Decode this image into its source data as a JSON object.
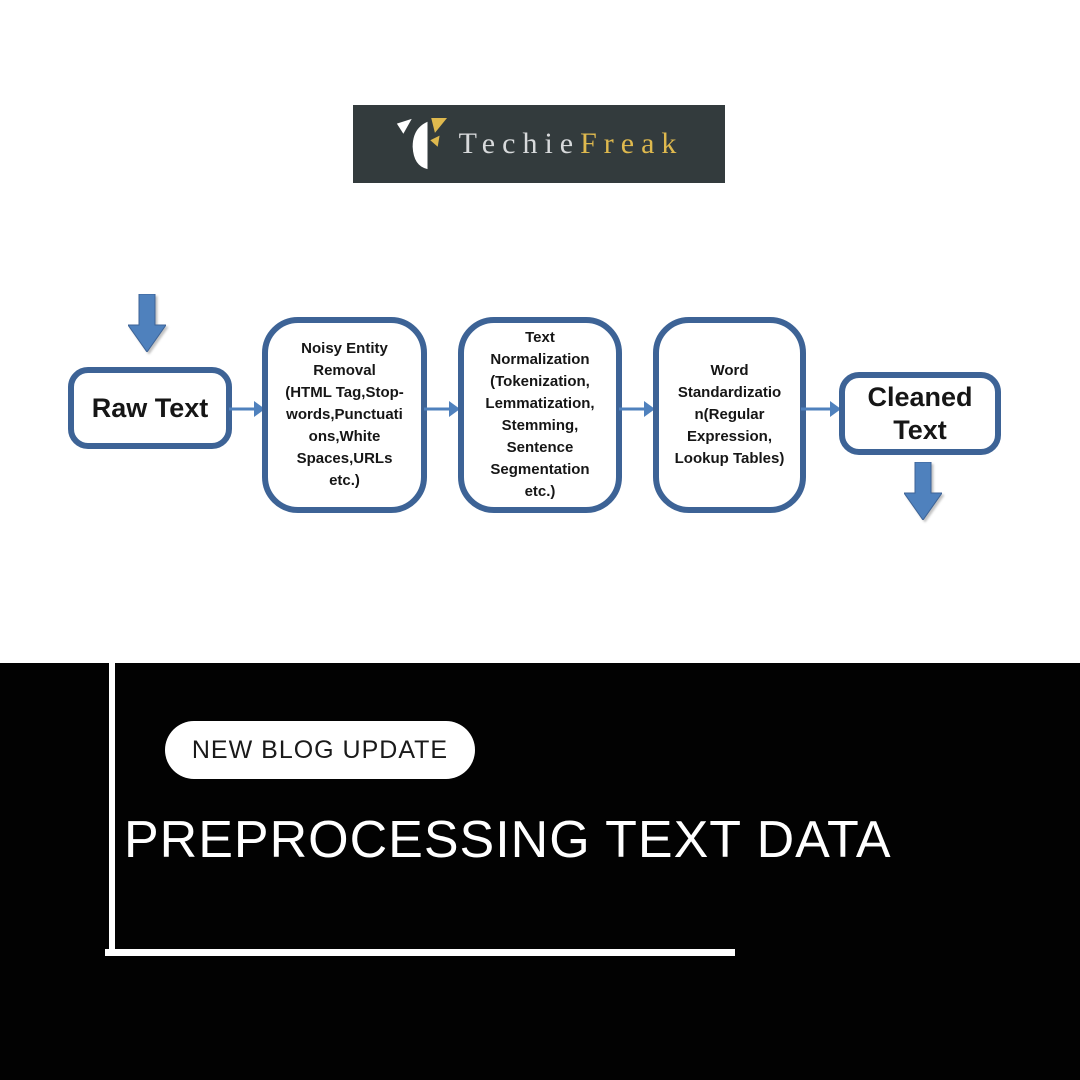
{
  "logo": {
    "brand_first": "Techie",
    "brand_second": "Freak",
    "banner_bg": "#333b3d",
    "first_color": "#d8dadc",
    "second_color": "#dfb94e"
  },
  "flowchart": {
    "colors": {
      "node_border": "#3d6396",
      "arrow": "#4f81bd",
      "text": "#161616"
    },
    "nodes": [
      {
        "id": "raw",
        "label": "Raw Text"
      },
      {
        "id": "noisy",
        "label": "Noisy Entity\nRemoval\n(HTML Tag,Stop-\nwords,Punctuati\nons,White\nSpaces,URLs\netc.)"
      },
      {
        "id": "norm",
        "label": "Text\nNormalization\n(Tokenization,\nLemmatization,\nStemming,\nSentence\nSegmentation\netc.)"
      },
      {
        "id": "std",
        "label": "Word\nStandardizatio\nn(Regular\nExpression,\nLookup Tables)"
      },
      {
        "id": "cleaned",
        "label": "Cleaned\nText"
      }
    ]
  },
  "footer": {
    "badge_label": "NEW BLOG UPDATE",
    "title": "PREPROCESSING TEXT DATA",
    "bg": "#020202",
    "accent": "#ffffff"
  }
}
